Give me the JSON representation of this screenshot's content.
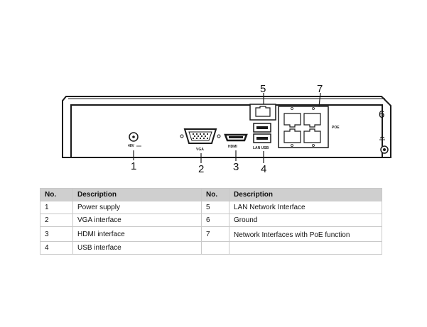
{
  "callouts": [
    "1",
    "2",
    "3",
    "4",
    "5",
    "6",
    "7"
  ],
  "port_labels": {
    "power": "48V",
    "vga": "VGA",
    "hdmi": "HDMI",
    "lan_usb": "LAN USB",
    "poe": "POE"
  },
  "table": {
    "headers": [
      "No.",
      "Description",
      "No.",
      "Description"
    ],
    "rows": [
      [
        "1",
        "Power supply",
        "5",
        "LAN Network Interface"
      ],
      [
        "2",
        "VGA interface",
        "6",
        "Ground"
      ],
      [
        "3",
        "HDMI interface",
        "7",
        "Network Interfaces with PoE function"
      ],
      [
        "4",
        "USB interface",
        "",
        ""
      ]
    ]
  }
}
